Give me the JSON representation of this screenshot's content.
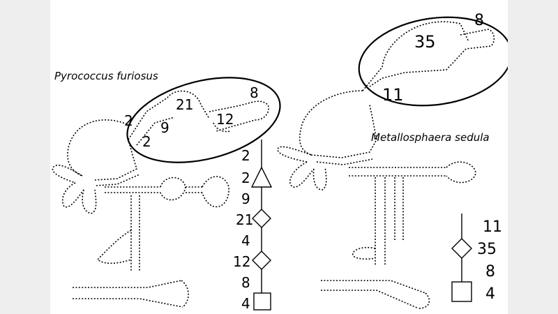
{
  "species": {
    "left": "Pyrococcus furiosus",
    "right": "Metallosphaera sedula"
  },
  "left_structure": {
    "helix_numbers": [
      "2",
      "21",
      "8",
      "9",
      "12",
      "2"
    ]
  },
  "right_structure": {
    "helix_numbers": [
      "35",
      "8",
      "11"
    ]
  },
  "left_tree": {
    "labels": [
      "2",
      "2",
      "9",
      "21",
      "4",
      "12",
      "8",
      "4"
    ],
    "nodes": [
      "triangle",
      "diamond",
      "diamond",
      "square"
    ]
  },
  "right_tree": {
    "labels": [
      "11",
      "35",
      "8",
      "4"
    ],
    "nodes": [
      "diamond",
      "square"
    ]
  },
  "colors": {
    "ink": "#000000",
    "background": "#ffffff",
    "margin": "#eeeeee"
  }
}
